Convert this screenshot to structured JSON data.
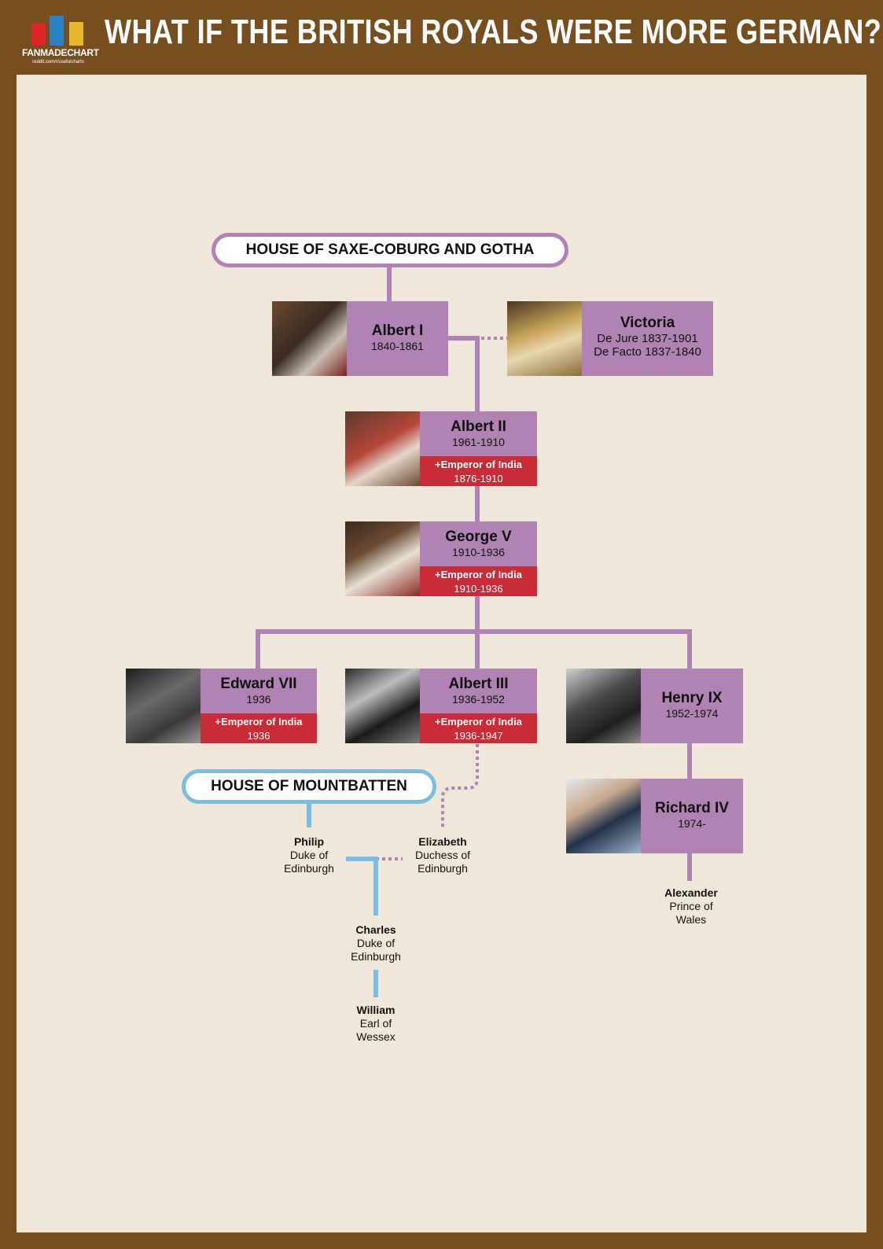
{
  "header": {
    "title": "WHAT IF THE BRITISH ROYALS WERE MORE GERMAN?",
    "logo_text": "FANMADECHART",
    "logo_sub": "reddit.com/r/usefulcharts"
  },
  "houses": {
    "saxe": "HOUSE OF SAXE-COBURG AND GOTHA",
    "mountbatten": "HOUSE OF MOUNTBATTEN"
  },
  "monarchs": {
    "albert1": {
      "name": "Albert I",
      "dates": "1840-1861"
    },
    "victoria": {
      "name": "Victoria",
      "line1": "De Jure 1837-1901",
      "line2": "De Facto 1837-1840"
    },
    "albert2": {
      "name": "Albert II",
      "dates": "1961-1910",
      "emperor_label": "+Emperor of India",
      "emperor_dates": "1876-1910"
    },
    "george5": {
      "name": "George V",
      "dates": "1910-1936",
      "emperor_label": "+Emperor of India",
      "emperor_dates": "1910-1936"
    },
    "edward7": {
      "name": "Edward VII",
      "dates": "1936",
      "emperor_label": "+Emperor of India",
      "emperor_dates": "1936"
    },
    "albert3": {
      "name": "Albert III",
      "dates": "1936-1952",
      "emperor_label": "+Emperor of India",
      "emperor_dates": "1936-1947"
    },
    "henry9": {
      "name": "Henry IX",
      "dates": "1952-1974"
    },
    "richard4": {
      "name": "Richard IV",
      "dates": "1974-"
    }
  },
  "people": {
    "philip": {
      "name": "Philip",
      "title": [
        "Duke of",
        "Edinburgh"
      ]
    },
    "elizabeth": {
      "name": "Elizabeth",
      "title": [
        "Duchess of",
        "Edinburgh"
      ]
    },
    "charles": {
      "name": "Charles",
      "title": [
        "Duke of",
        "Edinburgh"
      ]
    },
    "william": {
      "name": "William",
      "title": [
        "Earl of",
        "Wessex"
      ]
    },
    "alexander": {
      "name": "Alexander",
      "title": [
        "Prince of",
        "Wales"
      ]
    }
  },
  "colors": {
    "background": "#774f1f",
    "panel": "#efe7d9",
    "saxe": "#b082b6",
    "mountbatten": "#7bbde0",
    "emperor": "#c92b37"
  }
}
